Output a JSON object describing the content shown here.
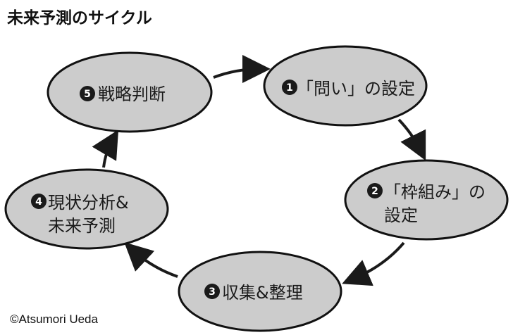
{
  "title": "未来予測のサイクル",
  "credit": "©Atsumori Ueda",
  "colors": {
    "node_fill": "#cccccc",
    "node_stroke": "#111111",
    "arrow": "#1a1a1a",
    "badge": "#1a1a1a"
  },
  "nodes": [
    {
      "id": "1",
      "badge": "1",
      "lines": [
        "「問い」の設定"
      ]
    },
    {
      "id": "2",
      "badge": "2",
      "lines": [
        "「枠組み」の",
        "設定"
      ]
    },
    {
      "id": "3",
      "badge": "3",
      "lines": [
        "収集&整理"
      ]
    },
    {
      "id": "4",
      "badge": "4",
      "lines": [
        "現状分析&",
        "未来予測"
      ]
    },
    {
      "id": "5",
      "badge": "5",
      "lines": [
        "戦略判断"
      ]
    }
  ],
  "edges": [
    {
      "from": "5",
      "to": "1"
    },
    {
      "from": "1",
      "to": "2"
    },
    {
      "from": "2",
      "to": "3"
    },
    {
      "from": "3",
      "to": "4"
    },
    {
      "from": "4",
      "to": "5"
    }
  ]
}
